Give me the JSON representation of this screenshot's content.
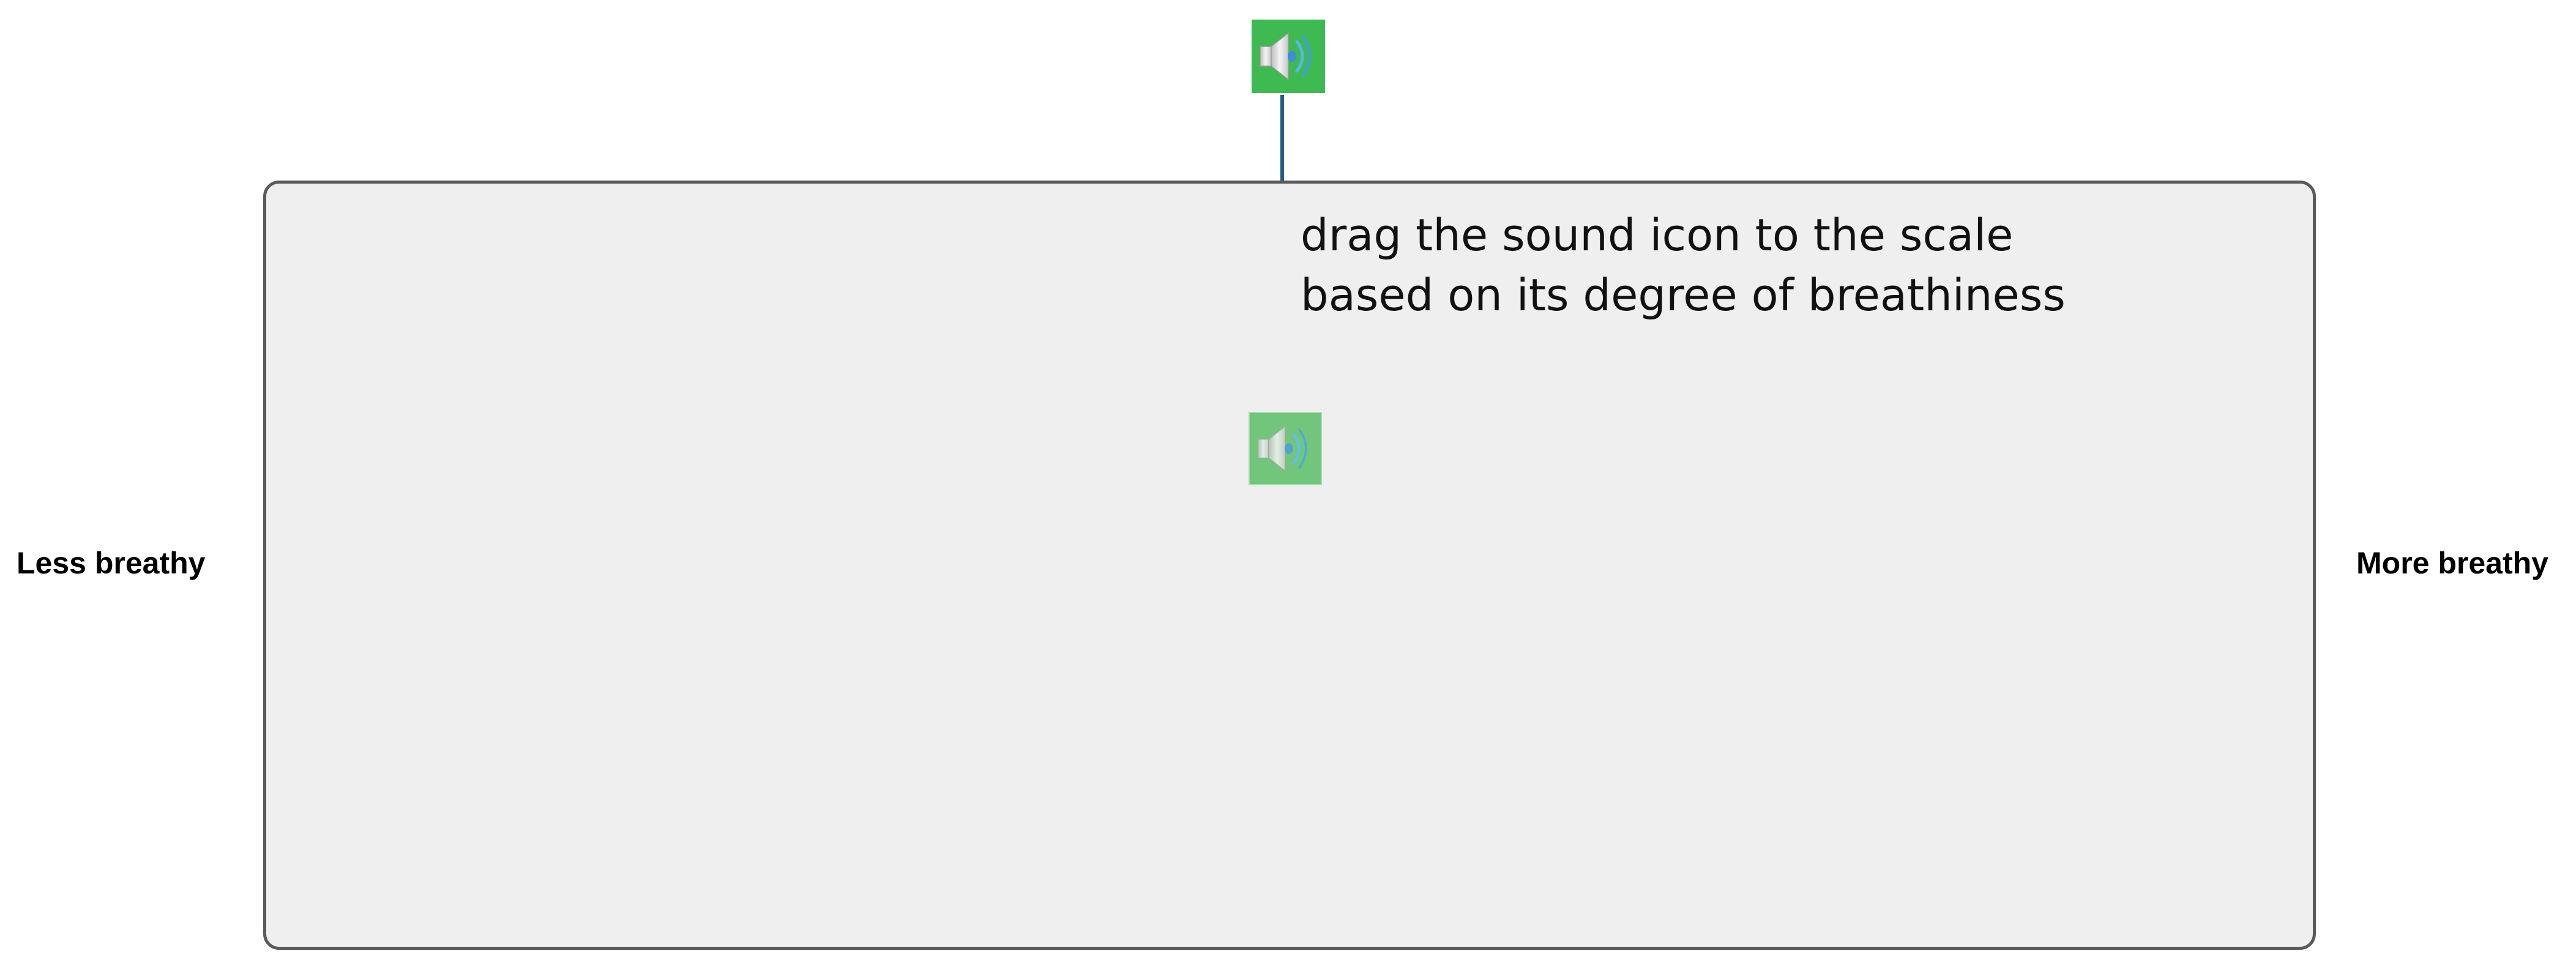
{
  "instruction": {
    "line1": "drag the sound icon to the scale",
    "line2": "based on its degree of breathiness"
  },
  "scale": {
    "left_label": "Less breathy",
    "right_label": "More breathy"
  },
  "icons": {
    "source": "speaker-icon",
    "placed": "speaker-icon"
  },
  "colors": {
    "tile_green": "#3fba52",
    "placed_tile_green": "#71c67c",
    "arrow": "#1f5f82",
    "scale_bg": "#efefef",
    "scale_border": "#5a5a5a"
  }
}
